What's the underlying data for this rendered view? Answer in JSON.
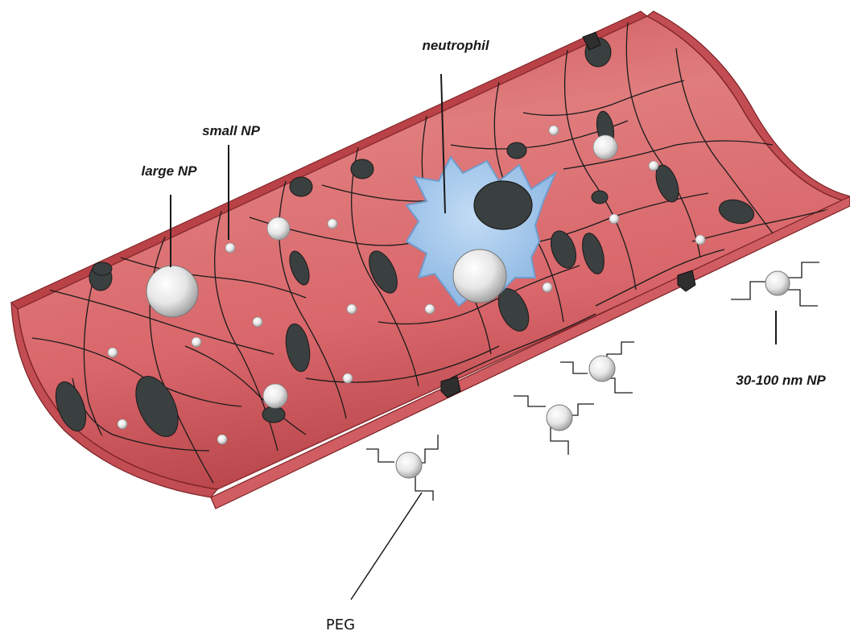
{
  "labels": {
    "neutrophil": "neutrophil",
    "small_np": "small NP",
    "large_np": "large NP",
    "np_30_100": "30-100 nm NP",
    "peg": "PEG"
  },
  "colors": {
    "vessel_wall": "#d9676b",
    "vessel_dark": "#a9393f",
    "vessel_light": "#f2a6a6",
    "cell_border": "#1b1b1b",
    "nucleus": "#3a3f3f",
    "neutrophil": "#9cc3ea",
    "neutrophil_edge": "#6f9ccc",
    "nanoparticle": "#e9e9e9"
  }
}
